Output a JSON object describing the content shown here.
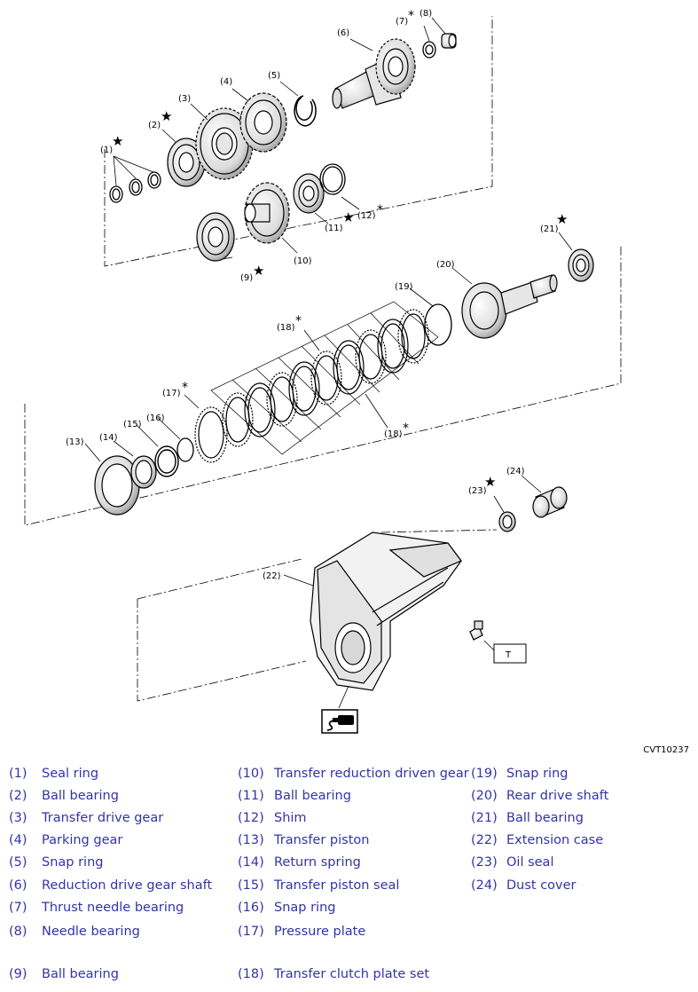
{
  "callouts": {
    "c1": "(1)",
    "c2": "(2)",
    "c3": "(3)",
    "c4": "(4)",
    "c5": "(5)",
    "c6": "(6)",
    "c7": "(7)",
    "c8": "(8)",
    "c9": "(9)",
    "c10": "(10)",
    "c11": "(11)",
    "c12": "(12)",
    "c13": "(13)",
    "c14": "(14)",
    "c15": "(15)",
    "c16": "(16)",
    "c17": "(17)",
    "c18a": "(18)",
    "c18b": "(18)",
    "c19": "(19)",
    "c20": "(20)",
    "c21": "(21)",
    "c22": "(22)",
    "c23": "(23)",
    "c24": "(24)"
  },
  "symbols": {
    "star": "★",
    "asterisk": "*",
    "torque_box": "T"
  },
  "figure_code": "CVT10237",
  "legend": {
    "col1": [
      {
        "num": "(1)",
        "name": "Seal ring"
      },
      {
        "num": "(2)",
        "name": "Ball bearing"
      },
      {
        "num": "(3)",
        "name": "Transfer drive gear"
      },
      {
        "num": "(4)",
        "name": "Parking gear"
      },
      {
        "num": "(5)",
        "name": "Snap ring"
      },
      {
        "num": "(6)",
        "name": "Reduction drive gear shaft"
      },
      {
        "num": "(7)",
        "name": "Thrust needle bearing"
      },
      {
        "num": "(8)",
        "name": "Needle bearing"
      },
      {
        "num": "(9)",
        "name": "Ball bearing"
      }
    ],
    "col2": [
      {
        "num": "(10)",
        "name": "Transfer reduction driven gear"
      },
      {
        "num": "(11)",
        "name": "Ball bearing"
      },
      {
        "num": "(12)",
        "name": "Shim"
      },
      {
        "num": "(13)",
        "name": "Transfer piston"
      },
      {
        "num": "(14)",
        "name": "Return spring"
      },
      {
        "num": "(15)",
        "name": "Transfer piston seal"
      },
      {
        "num": "(16)",
        "name": "Snap ring"
      },
      {
        "num": "(17)",
        "name": "Pressure plate"
      },
      {
        "num": "(18)",
        "name": "Transfer clutch plate set"
      }
    ],
    "col3": [
      {
        "num": "(19)",
        "name": "Snap ring"
      },
      {
        "num": "(20)",
        "name": "Rear drive shaft"
      },
      {
        "num": "(21)",
        "name": "Ball bearing"
      },
      {
        "num": "(22)",
        "name": "Extension case"
      },
      {
        "num": "(23)",
        "name": "Oil seal"
      },
      {
        "num": "(24)",
        "name": "Dust cover"
      }
    ]
  }
}
